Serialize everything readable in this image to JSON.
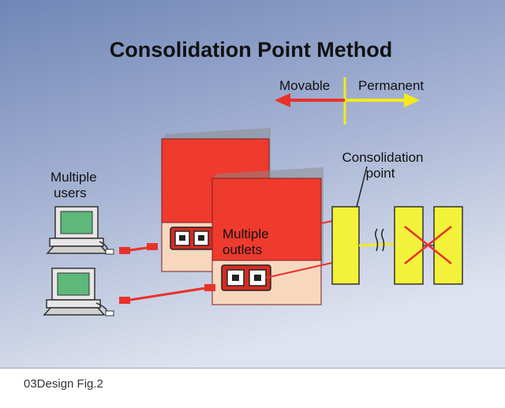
{
  "figure": {
    "title": "Consolidation Point Method",
    "caption": "03Design Fig.2",
    "legend": {
      "movable": "Movable",
      "permanent": "Permanent"
    },
    "labels": {
      "users_line1": "Multiple",
      "users_line2": "users",
      "outlets_line1": "Multiple",
      "outlets_line2": "outlets",
      "cp_line1": "Consolidation",
      "cp_line2": "point"
    }
  },
  "colors": {
    "background_top": "#6f86b7",
    "background_bottom": "#d9deec",
    "wall_red": "#ef3a2e",
    "wall_plate": "#f7d8bf",
    "panel_yellow": "#f2f23a",
    "cable_red": "#e8322a",
    "arrow_yellow": "#f5ea1c",
    "monitor_screen": "#5db87a"
  },
  "icons": [
    "computer-icon",
    "outlet-jack-icon",
    "cable-break-icon",
    "cross-mark-icon"
  ]
}
